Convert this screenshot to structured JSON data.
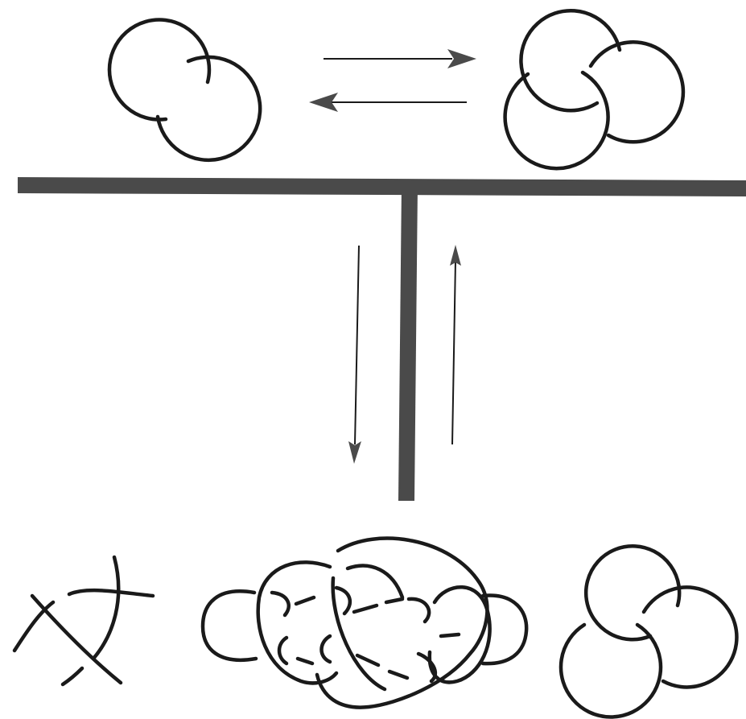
{
  "diagram": {
    "top_left": "hopf-link",
    "top_right": "borromean-rings",
    "bottom_left": "crossing-strands",
    "bottom_middle": "chain-of-linked-rings",
    "bottom_right": "borromean-rings",
    "arrows_horizontal": [
      "right",
      "left"
    ],
    "arrows_vertical": [
      "down",
      "up"
    ]
  },
  "colors": {
    "line": "#1a1a1a",
    "divider": "#4a4a4a",
    "background": "#ffffff"
  }
}
